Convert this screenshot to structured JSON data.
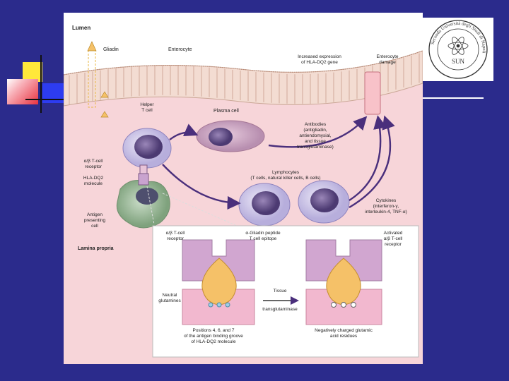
{
  "colors": {
    "slide_background": "#2b2b8c",
    "tissue_pink": "#f3c9cf",
    "enterocyte": "#f6dfd8",
    "antigen_peptide": "#f5c168",
    "hla_purple": "#c9a3cf",
    "cell_lilac": "#cdc6e6",
    "apc_green": "#a7c4a5",
    "arrow_purple": "#4a2f7c"
  },
  "diagram": {
    "lumen": "Lumen",
    "gliadin": "Gliadin",
    "enterocyte": "Enterocyte",
    "increased_expression": [
      "Increased expression",
      "of HLA-DQ2 gene"
    ],
    "enterocyte_damage": [
      "Enterocyte",
      "damage"
    ],
    "helper_tcell": [
      "Helper",
      "T cell"
    ],
    "plasma_cell": "Plasma cell",
    "antibodies": [
      "Antibodies",
      "(antigliadin,",
      "antiendomysial,",
      "and tissue",
      "transglutaminase)"
    ],
    "ab_tcell_receptor": [
      "α/β T-cell",
      "receptor"
    ],
    "hla_dq2_molecule": [
      "HLA-DQ2",
      "molecule"
    ],
    "lymphocytes": [
      "Lymphocytes",
      "(T cells, natural killer cells, B cells)"
    ],
    "cytokines": [
      "Cytokines",
      "(interferon-γ,",
      "interleukin-4, TNF-α)"
    ],
    "apc": [
      "Antigen",
      "presenting",
      "cell"
    ],
    "lamina_propria": "Lamina propria"
  },
  "inset": {
    "tcr": [
      "α/β T-cell",
      "receptor"
    ],
    "epitope": [
      "α-Gliadin peptide",
      "T cell epitope"
    ],
    "activated": [
      "Activated",
      "α/β T-cell",
      "receptor"
    ],
    "neutral": [
      "Neutral",
      "glutamines"
    ],
    "tissue_tg": [
      "Tissue",
      "transglutaminase"
    ],
    "positions": [
      "Positions 4, 6, and 7",
      "of the antigen binding groove",
      "of HLA-DQ2 molecule"
    ],
    "negative": [
      "Negatively charged glutamic",
      "acid residues"
    ]
  },
  "seal": {
    "ring_text": "Seconda Università degli Studi di Napoli",
    "monogram": "SUN"
  }
}
